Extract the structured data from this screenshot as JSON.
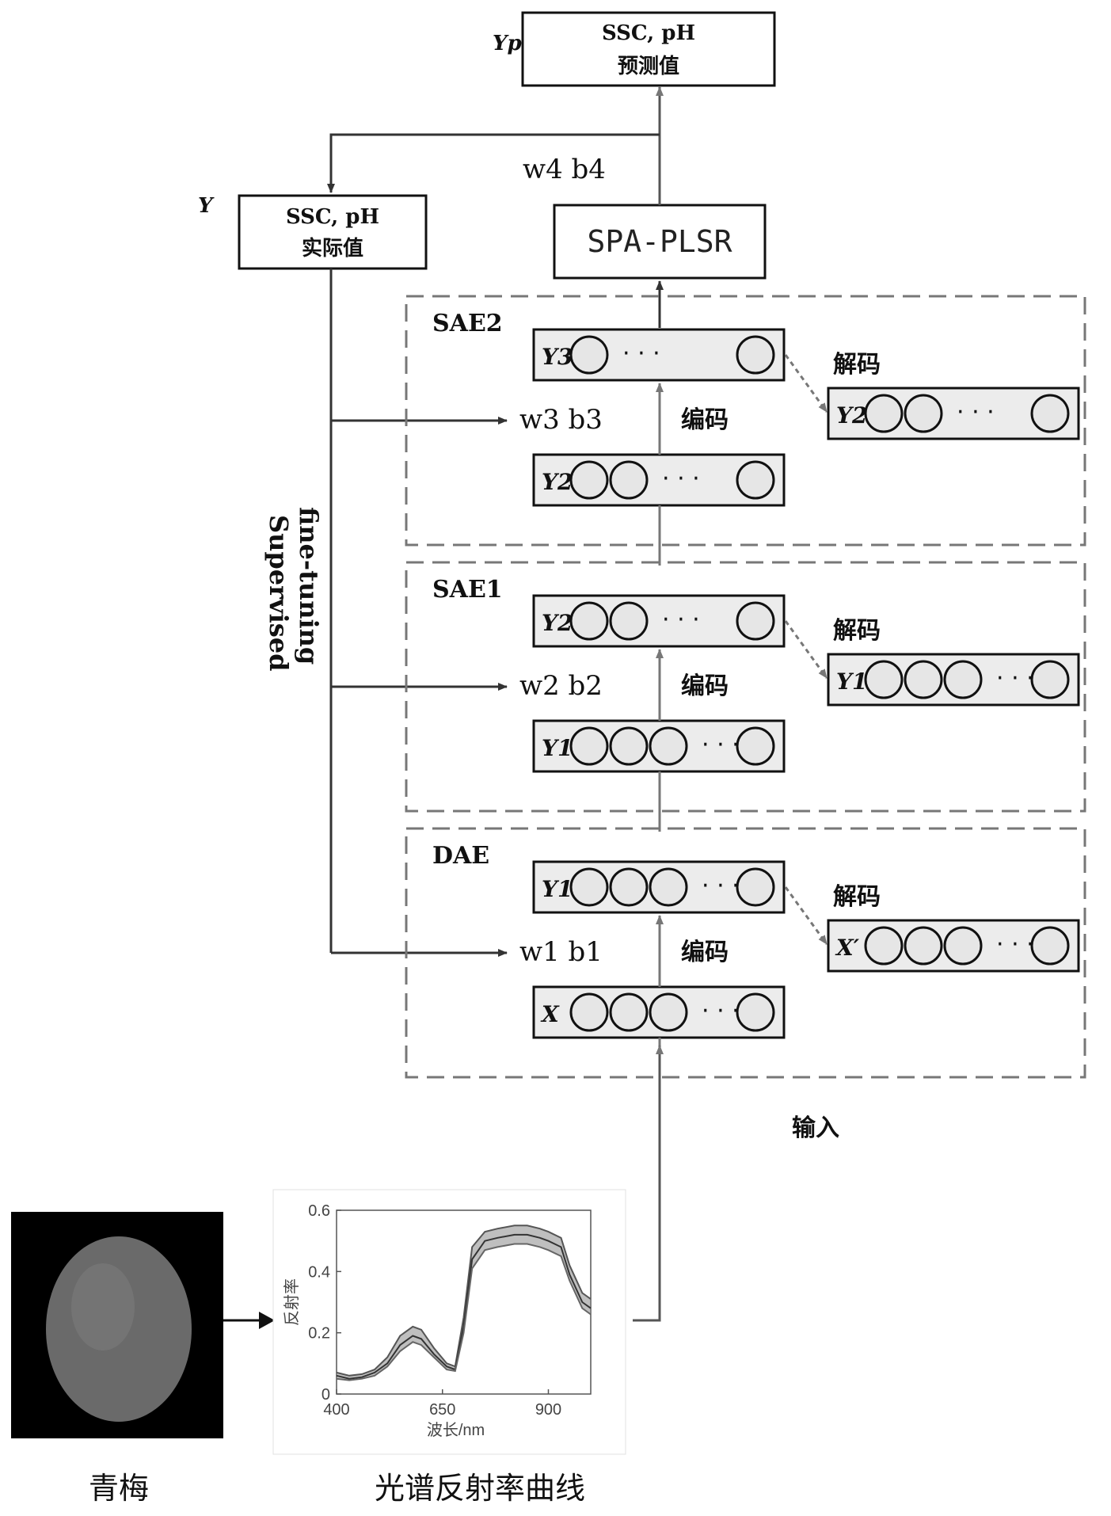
{
  "output_box": {
    "var": "Yp",
    "line1": "SSC, pH",
    "line2": "预测值"
  },
  "actual_box": {
    "var": "Y",
    "line1": "SSC, pH",
    "line2": "实际值"
  },
  "spa_plsr": "SPA-PLSR",
  "w4b4": "w4   b4",
  "supervised_label": {
    "line1": "Supervised",
    "line2": "fine-tuning"
  },
  "sections": [
    {
      "name": "SAE2",
      "top_layer": {
        "label": "Y3"
      },
      "bottom_layer": {
        "label": "Y2"
      },
      "decode_layer": {
        "label": "Y2′"
      },
      "weights": "w3  b3",
      "encode": "编码",
      "decode": "解码"
    },
    {
      "name": "SAE1",
      "top_layer": {
        "label": "Y2"
      },
      "bottom_layer": {
        "label": "Y1"
      },
      "decode_layer": {
        "label": "Y1′"
      },
      "weights": "w2  b2",
      "encode": "编码",
      "decode": "解码"
    },
    {
      "name": "DAE",
      "top_layer": {
        "label": "Y1"
      },
      "bottom_layer": {
        "label": "X"
      },
      "decode_layer": {
        "label": "X′"
      },
      "weights": "w1  b1",
      "encode": "编码",
      "decode": "解码"
    }
  ],
  "input_label": "输入",
  "fruit_caption": "青梅",
  "spectrum_caption": "光谱反射率曲线",
  "chart_data": {
    "type": "line",
    "xlabel": "波长/nm",
    "ylabel": "反射率",
    "xlim": [
      400,
      1000
    ],
    "ylim": [
      0,
      0.6
    ],
    "x_ticks": [
      "400",
      "650",
      "900"
    ],
    "y_ticks": [
      "0",
      "0.2",
      "0.4",
      "0.6"
    ],
    "x": [
      400,
      430,
      460,
      490,
      520,
      550,
      580,
      600,
      630,
      660,
      680,
      700,
      720,
      750,
      780,
      820,
      850,
      880,
      900,
      930,
      950,
      980,
      1000
    ],
    "series": [
      {
        "values": [
          0.07,
          0.06,
          0.065,
          0.08,
          0.12,
          0.19,
          0.22,
          0.21,
          0.15,
          0.1,
          0.09,
          0.25,
          0.48,
          0.53,
          0.54,
          0.55,
          0.55,
          0.54,
          0.53,
          0.51,
          0.42,
          0.33,
          0.31
        ]
      },
      {
        "values": [
          0.06,
          0.05,
          0.055,
          0.07,
          0.1,
          0.16,
          0.19,
          0.18,
          0.13,
          0.09,
          0.08,
          0.22,
          0.44,
          0.5,
          0.51,
          0.52,
          0.52,
          0.51,
          0.5,
          0.48,
          0.39,
          0.3,
          0.28
        ]
      },
      {
        "values": [
          0.05,
          0.045,
          0.05,
          0.06,
          0.09,
          0.14,
          0.17,
          0.16,
          0.12,
          0.08,
          0.075,
          0.2,
          0.41,
          0.47,
          0.48,
          0.49,
          0.49,
          0.48,
          0.47,
          0.45,
          0.37,
          0.28,
          0.26
        ]
      }
    ]
  }
}
